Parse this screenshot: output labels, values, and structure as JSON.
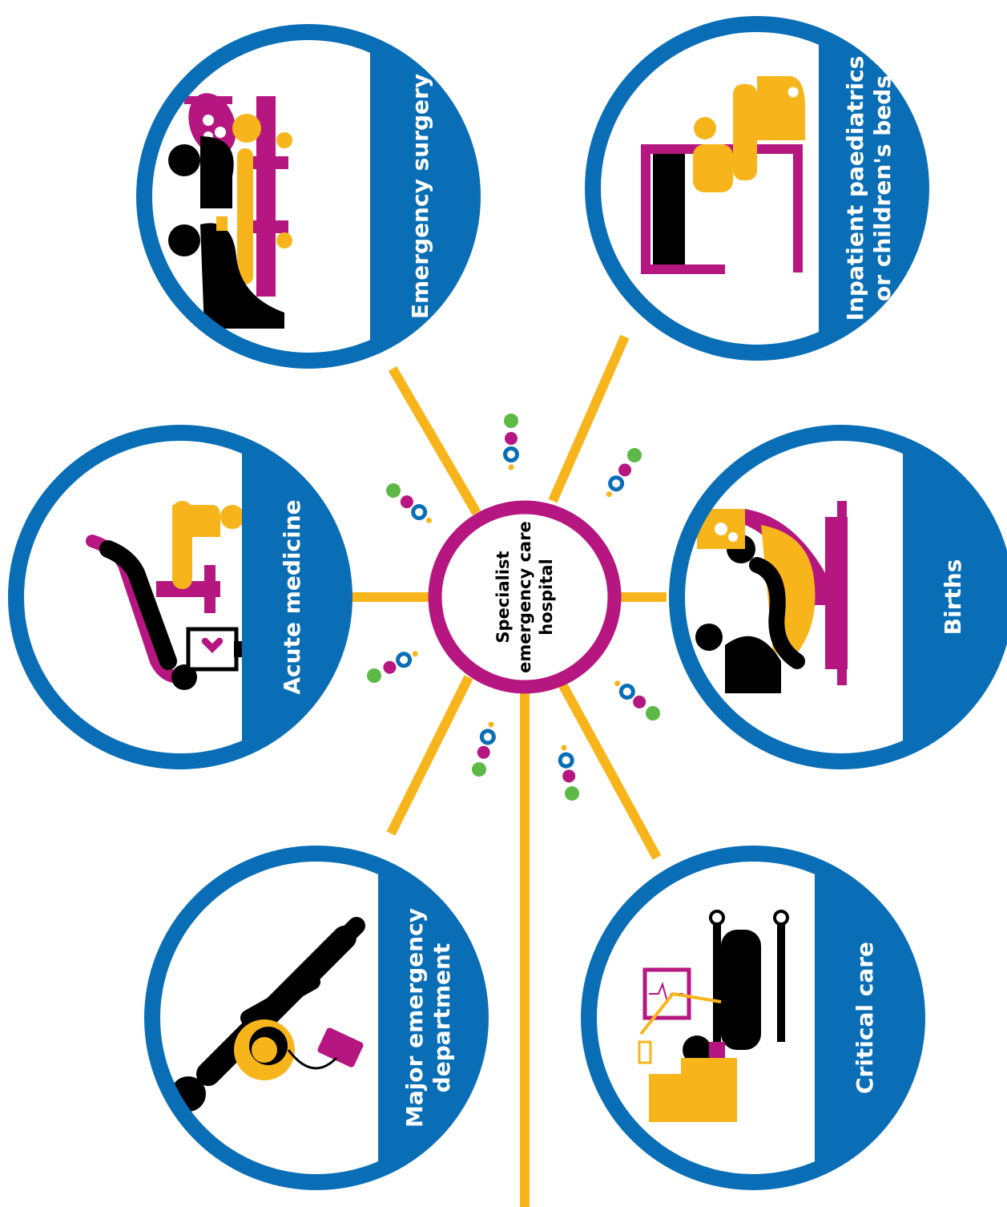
{
  "colors": {
    "blue": "#0a6eb6",
    "yellow": "#f8b51b",
    "magenta": "#b5167f",
    "green": "#5cb946",
    "black": "#000000",
    "white": "#ffffff"
  },
  "hub": {
    "lines": [
      "Specialist",
      "emergency care",
      "hospital"
    ]
  },
  "services": [
    {
      "id": "emergency-surgery",
      "lines": [
        "Emergency surgery"
      ],
      "icon": "surgery-icon"
    },
    {
      "id": "inpatient-paediatrics",
      "lines": [
        "Inpatient paediatrics",
        "or children's beds"
      ],
      "icon": "paediatrics-bed-icon"
    },
    {
      "id": "acute-medicine",
      "lines": [
        "Acute medicine"
      ],
      "icon": "acute-medicine-icon"
    },
    {
      "id": "births",
      "lines": [
        "Births"
      ],
      "icon": "births-icon"
    },
    {
      "id": "major-emergency-department",
      "lines": [
        "Major emergency",
        "department"
      ],
      "icon": "emergency-department-icon"
    },
    {
      "id": "critical-care",
      "lines": [
        "Critical care"
      ],
      "icon": "critical-care-icon"
    }
  ]
}
